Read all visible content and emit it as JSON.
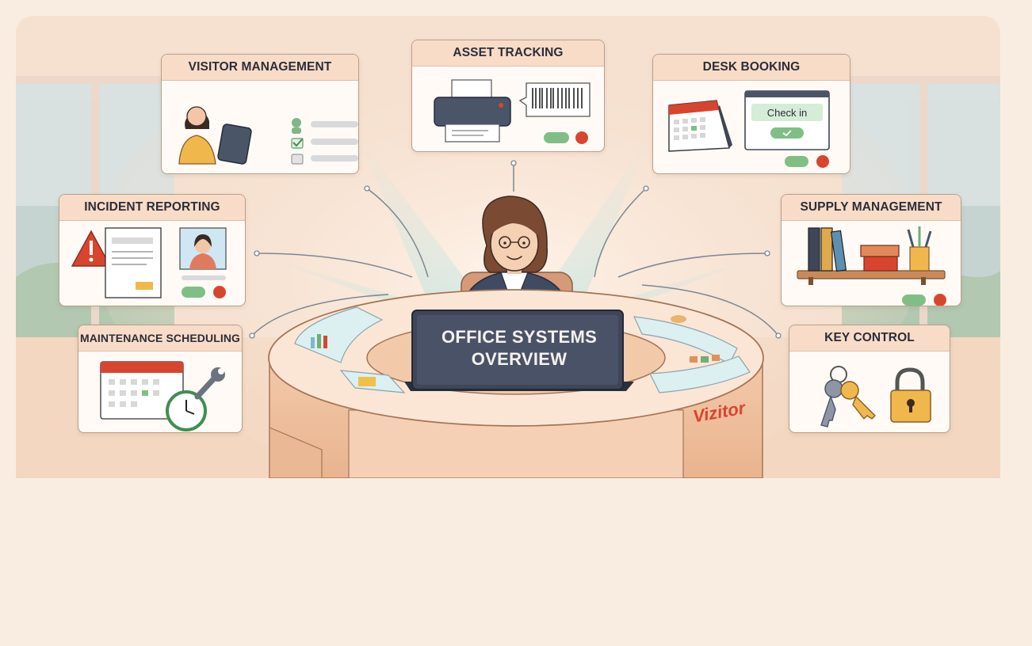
{
  "hub": {
    "title_line1": "OFFICE SYSTEMS",
    "title_line2": "OVERVIEW",
    "brand": "Vizitor"
  },
  "modules": {
    "visitor_management": "VISITOR MANAGEMENT",
    "asset_tracking": "ASSET TRACKING",
    "desk_booking": "DESK BOOKING",
    "incident_reporting": "INCIDENT REPORTING",
    "supply_management": "SUPPLY MANAGEMENT",
    "maintenance_scheduling": "MAINTENANCE SCHEDULING",
    "key_control": "KEY CONTROL"
  },
  "desk_booking_screen": {
    "check_in_label": "Check in"
  },
  "colors": {
    "accent_red": "#d8452f",
    "accent_green": "#6fae76",
    "monitor": "#3f4657",
    "header_bg": "#f8dcc7"
  }
}
